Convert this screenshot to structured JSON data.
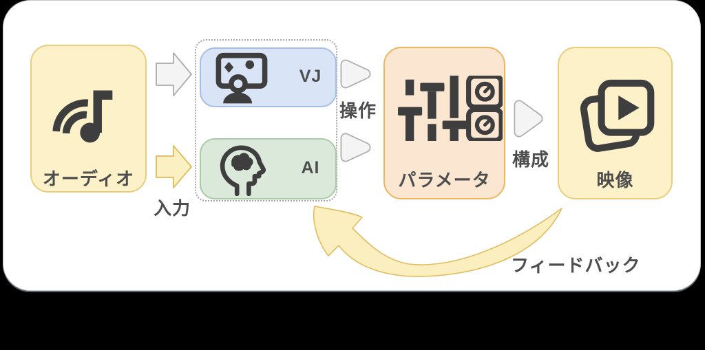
{
  "page": {
    "background": "#000000",
    "card_background": "#ffffff"
  },
  "diagram": {
    "nodes": [
      {
        "id": "audio",
        "label": "オーディオ",
        "icon": "audio-wave-note-icon",
        "fill": "#FCF1C8",
        "border": "#E8CD7D"
      },
      {
        "id": "vj",
        "label": "VJ",
        "icon": "vj-screen-person-icon",
        "fill": "#D9E4F6",
        "border": "#A6BCE9"
      },
      {
        "id": "ai",
        "label": "AI",
        "icon": "ai-head-brain-icon",
        "fill": "#DBE9DA",
        "border": "#A9CBA4"
      },
      {
        "id": "parameters",
        "label": "パラメータ",
        "icon": "mixer-sliders-knobs-icon",
        "fill": "#FBE6D2",
        "border": "#ECB75F"
      },
      {
        "id": "video",
        "label": "映像",
        "icon": "video-frames-play-icon",
        "fill": "#FCF1C8",
        "border": "#E8CD7D"
      }
    ],
    "edges": [
      {
        "id": "input",
        "label": "入力",
        "from": "audio",
        "to": "vj-ai-group",
        "color": "#FAF0C1"
      },
      {
        "id": "control",
        "label": "操作",
        "from": "vj-ai-group",
        "to": "parameters",
        "color": "#F4F4F5"
      },
      {
        "id": "compose",
        "label": "構成",
        "from": "parameters",
        "to": "video",
        "color": "#F4F4F5"
      },
      {
        "id": "feedback",
        "label": "フィードバック",
        "from": "video",
        "to": "vj-ai-group",
        "color": "#FBEFC0"
      }
    ]
  }
}
